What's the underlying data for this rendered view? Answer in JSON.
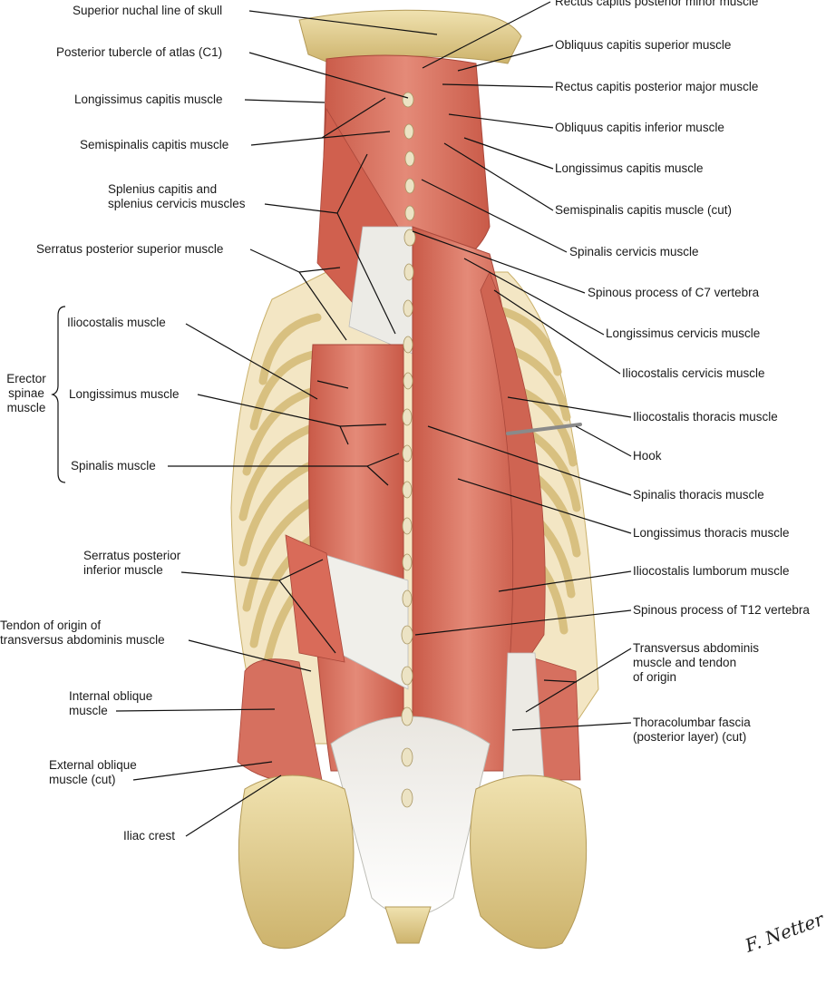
{
  "labels_left": {
    "superior_nuchal_line": "Superior nuchal line of skull",
    "posterior_tubercle_atlas": "Posterior tubercle of atlas (C1)",
    "longissimus_capitis_left": "Longissimus capitis muscle",
    "semispinalis_capitis": "Semispinalis capitis muscle",
    "splenius_line1": "Splenius capitis and",
    "splenius_line2": "splenius cervicis muscles",
    "serratus_posterior_superior": "Serratus posterior superior muscle",
    "iliocostalis": "Iliocostalis muscle",
    "longissimus": "Longissimus muscle",
    "spinalis": "Spinalis muscle",
    "erector_line1": "Erector",
    "erector_line2": "spinae",
    "erector_line3": "muscle",
    "serratus_inferior_line1": "Serratus posterior",
    "serratus_inferior_line2": "inferior muscle",
    "tendon_origin_line1": "Tendon of origin of",
    "tendon_origin_line2": "transversus abdominis muscle",
    "internal_oblique_line1": "Internal oblique",
    "internal_oblique_line2": "muscle",
    "external_oblique_line1": "External oblique",
    "external_oblique_line2": "muscle (cut)",
    "iliac_crest": "Iliac crest"
  },
  "labels_right": {
    "rectus_minor": "Rectus capitis posterior minor muscle",
    "obliquus_superior": "Obliquus capitis superior muscle",
    "rectus_major": "Rectus capitis posterior major muscle",
    "obliquus_inferior": "Obliquus capitis inferior muscle",
    "longissimus_capitis_right": "Longissimus capitis muscle",
    "semispinalis_cut": "Semispinalis capitis muscle (cut)",
    "spinalis_cervicis": "Spinalis cervicis muscle",
    "spinous_c7": "Spinous process of C7 vertebra",
    "longissimus_cervicis": "Longissimus cervicis muscle",
    "iliocostalis_cervicis": "Iliocostalis cervicis muscle",
    "iliocostalis_thoracis": "Iliocostalis thoracis muscle",
    "hook": "Hook",
    "spinalis_thoracis": "Spinalis thoracis muscle",
    "longissimus_thoracis": "Longissimus thoracis muscle",
    "iliocostalis_lumborum": "Iliocostalis lumborum muscle",
    "spinous_t12": "Spinous process of T12 vertebra",
    "transversus_line1": "Transversus abdominis",
    "transversus_line2": "muscle and tendon",
    "transversus_line3": "of origin",
    "thoracolumbar_line1": "Thoracolumbar fascia",
    "thoracolumbar_line2": "(posterior layer) (cut)"
  },
  "signature": "F. Netter M.D.",
  "colors": {
    "muscle": "#d9705f",
    "muscle_dark": "#b84a3c",
    "bone": "#e6d49a",
    "bone_dark": "#c9b06a",
    "tendon": "#eeeeea",
    "leader_line": "#111111"
  }
}
